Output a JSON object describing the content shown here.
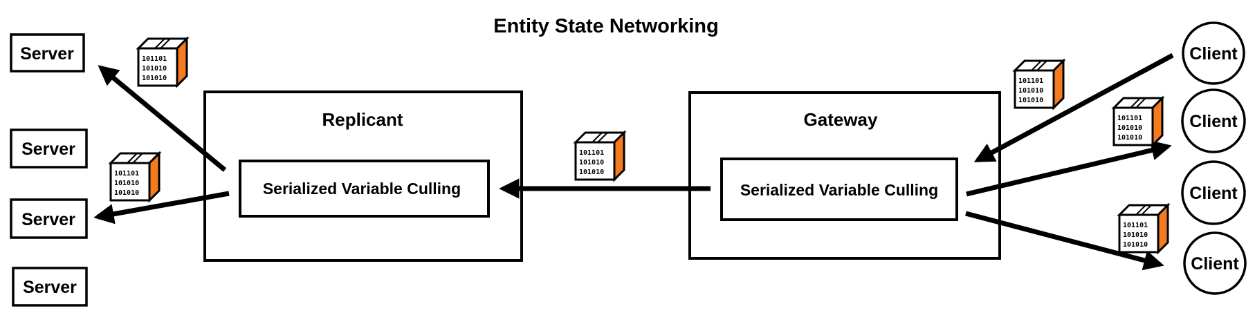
{
  "title": "Entity State Networking",
  "replicant": {
    "title": "Replicant",
    "inner_label": "Serialized Variable Culling"
  },
  "gateway": {
    "title": "Gateway",
    "inner_label": "Serialized Variable Culling"
  },
  "servers": [
    {
      "label": "Server"
    },
    {
      "label": "Server"
    },
    {
      "label": "Server"
    },
    {
      "label": "Server"
    }
  ],
  "clients": [
    {
      "label": "Client"
    },
    {
      "label": "Client"
    },
    {
      "label": "Client"
    },
    {
      "label": "Client"
    }
  ],
  "packet": {
    "bits": [
      "101101",
      "101010",
      "101010"
    ],
    "side_color": "#f47b20",
    "stroke_color": "#000000"
  }
}
